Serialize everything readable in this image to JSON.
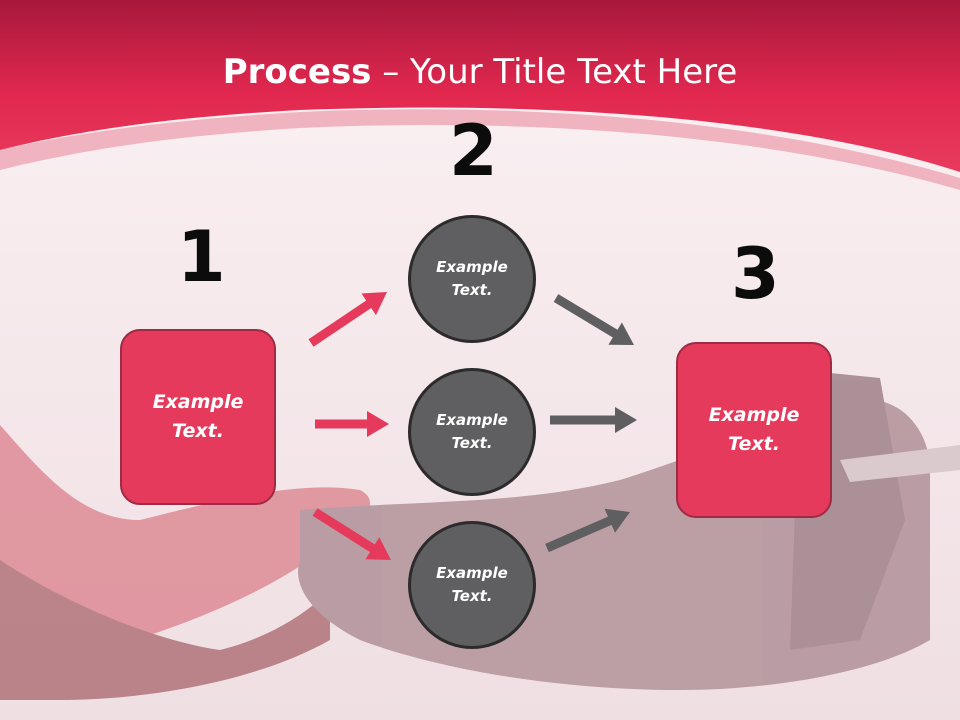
{
  "title": {
    "bold": "Process",
    "rest": " – Your Title Text Here"
  },
  "steps": {
    "n1": "1",
    "n2": "2",
    "n3": "3"
  },
  "left_box": {
    "text": "Example\nText."
  },
  "circles": [
    {
      "text": "Example\nText."
    },
    {
      "text": "Example\nText."
    },
    {
      "text": "Example\nText."
    }
  ],
  "right_box": {
    "text": "Example\nText."
  },
  "colors": {
    "header": "#e3284f",
    "box": "#e63a5c",
    "circle": "#5f5f61",
    "arrow_pink": "#e63a5c",
    "arrow_gray": "#5f5f61"
  }
}
